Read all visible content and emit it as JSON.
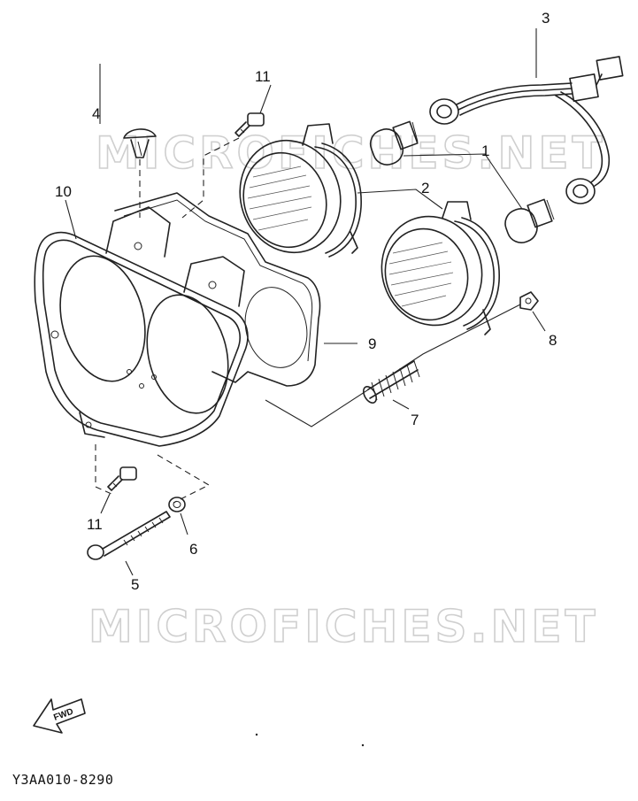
{
  "watermark": {
    "top": "MICROFICHES.NET",
    "bottom": "MICROFICHES.NET"
  },
  "callouts": {
    "p1": "1",
    "p2": "2",
    "p3": "3",
    "p4": "4",
    "p5": "5",
    "p6": "6",
    "p7": "7",
    "p8": "8",
    "p9": "9",
    "p10": "10",
    "p11_top": "11",
    "p11_bottom": "11"
  },
  "fwd_label": "FWD",
  "diagram_code": "Y3AA010-8290"
}
